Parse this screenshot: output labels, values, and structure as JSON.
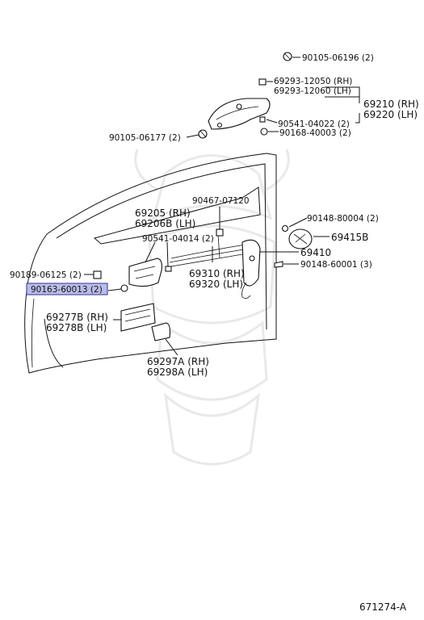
{
  "diagram_id": "671274-A",
  "colors": {
    "highlight_fill": "#b9bde8",
    "highlight_stroke": "#4a4fa8",
    "ink": "#111111",
    "watermark": "#e9e9e9"
  },
  "labels": {
    "p90105_06196": "90105-06196 (2)",
    "p69293_12050": "69293-12050 (RH)",
    "p69293_12060": "69293-12060 (LH)",
    "p69210": "69210 (RH)",
    "p69220": "69220 (LH)",
    "p90541_04022": "90541-04022 (2)",
    "p90168_40003": "90168-40003 (2)",
    "p90105_06177": "90105-06177 (2)",
    "p90467_07120": "90467-07120",
    "p69205": "69205   (RH)",
    "p69206B": "69206B (LH)",
    "p90148_80004": "90148-80004 (2)",
    "p69415B": "69415B",
    "p90541_04014": "90541-04014 (2)",
    "p69410": "69410",
    "p90148_60001": "90148-60001 (3)",
    "p90189_06125": "90189-06125 (2)",
    "p90163_60013": "90163-60013 (2)",
    "p69310": "69310 (RH)",
    "p69320": "69320 (LH)",
    "p69277B": "69277B (RH)",
    "p69278B": "69278B (LH)",
    "p69297A": "69297A (RH)",
    "p69298A": "69298A (LH)"
  }
}
